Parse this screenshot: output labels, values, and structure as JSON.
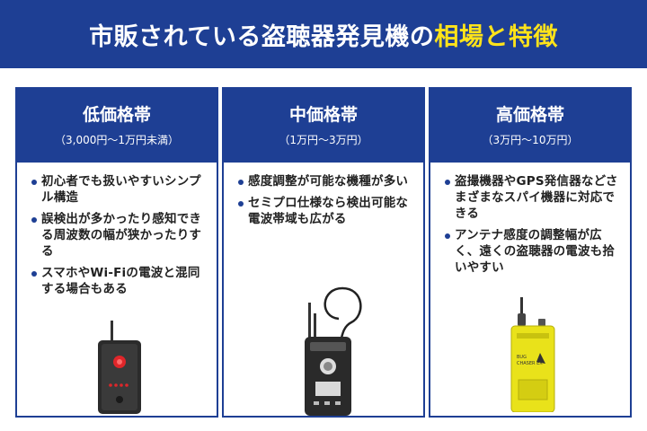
{
  "header": {
    "title_main": "市販されている盗聴器発見機の",
    "title_accent": "相場と特徴",
    "accent_color": "#ffe31a",
    "bg_color": "#1e3f94"
  },
  "cards": [
    {
      "title": "低価格帯",
      "range": "（3,000円〜1万円未満）",
      "bullets": [
        "初心者でも扱いやすいシンプル構造",
        "誤検出が多かったり感知できる周波数の幅が狭かったりする",
        "スマホやWi-Fiの電波と混同する場合もある"
      ]
    },
    {
      "title": "中価格帯",
      "range": "（1万円〜3万円）",
      "bullets": [
        "感度調整が可能な機種が多い",
        "セミプロ仕様なら検出可能な電波帯域も広がる"
      ]
    },
    {
      "title": "高価格帯",
      "range": "（3万円〜10万円）",
      "bullets": [
        "盗撮機器やGPS発信器などさまざまなスパイ機器に対応できる",
        "アンテナ感度の調整幅が広く、遠くの盗聴器の電波も拾いやすい"
      ],
      "device_label_line1": "BUG",
      "device_label_line2": "CHASER EX"
    }
  ]
}
